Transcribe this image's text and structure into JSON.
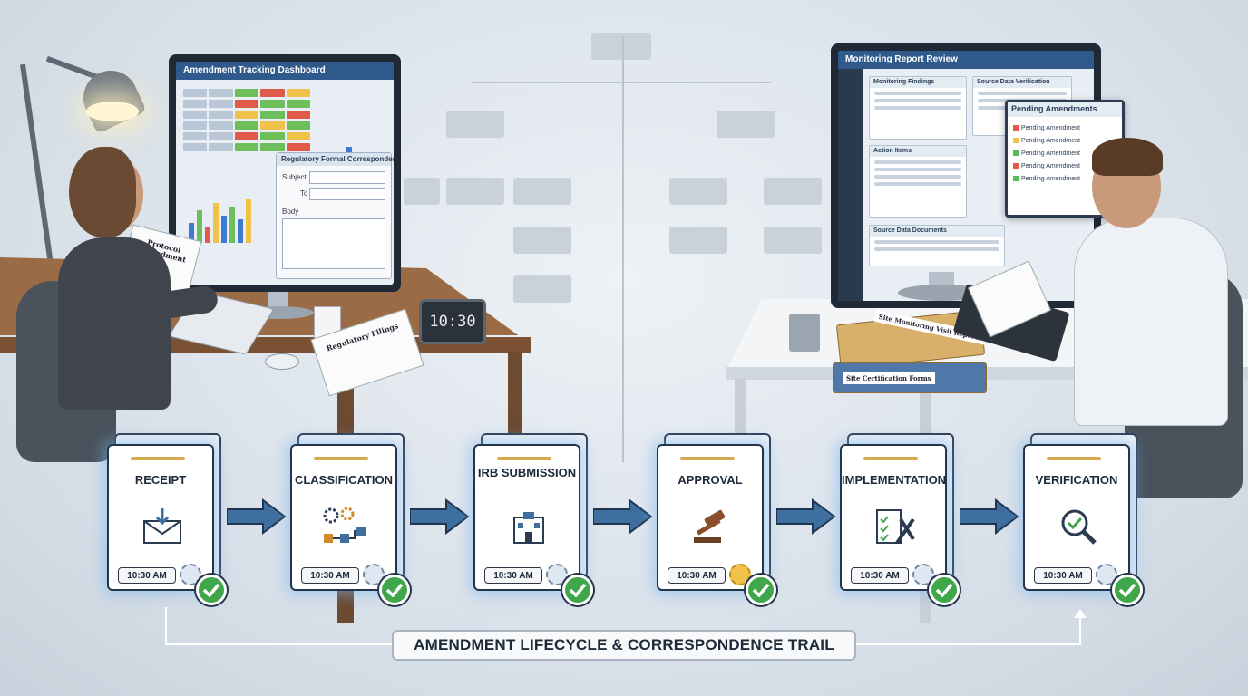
{
  "left_monitor": {
    "title": "Amendment Tracking Dashboard",
    "dialog_title": "Regulatory Formal Correspondence",
    "subject_label": "Subject",
    "to_label": "To",
    "body_label": "Body"
  },
  "left_desk": {
    "papers_label": "Protocol Amendment",
    "clipboard_label": "Regulatory Filings",
    "clock_time": "10:30"
  },
  "right_monitor": {
    "title": "Monitoring Report Review",
    "panel1": "Monitoring Findings",
    "panel2": "Source Data Verification",
    "panel3": "Action Items",
    "panel4": "Source Data Documents",
    "popup_title": "Pending Amendments",
    "popup_rows": [
      "Pending Amendment",
      "Pending Amendment",
      "Pending Amendment",
      "Pending Amendment",
      "Pending Amendment"
    ]
  },
  "right_desk": {
    "folder1_label": "Site Monitoring Visit Reports",
    "folder2_label": "Site Certification Forms"
  },
  "workflow": {
    "steps": [
      {
        "title": "RECEIPT",
        "time": "10:30 AM",
        "icon": "envelope-icon"
      },
      {
        "title": "CLASSIFICATION",
        "time": "10:30 AM",
        "icon": "gears-flowchart-icon"
      },
      {
        "title": "IRB SUBMISSION",
        "time": "10:30 AM",
        "icon": "building-icon"
      },
      {
        "title": "APPROVAL",
        "time": "10:30 AM",
        "icon": "gavel-icon"
      },
      {
        "title": "IMPLEMENTATION",
        "time": "10:30 AM",
        "icon": "checklist-tools-icon"
      },
      {
        "title": "VERIFICATION",
        "time": "10:30 AM",
        "icon": "magnifier-check-icon"
      }
    ],
    "trail_label": "AMENDMENT LIFECYCLE & CORRESPONDENCE TRAIL"
  },
  "colors": {
    "accent": "#2f5a8b",
    "check": "#3fa64a",
    "arrow": "#3e6f9e"
  }
}
